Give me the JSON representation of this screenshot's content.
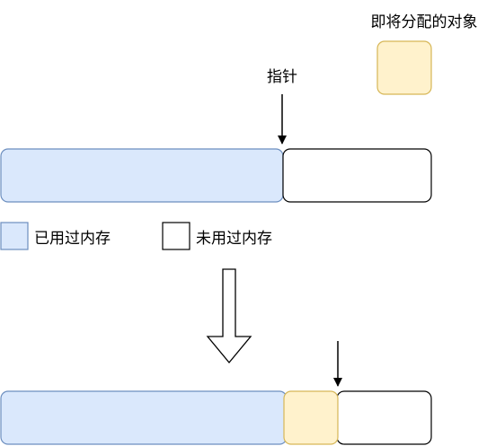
{
  "labels": {
    "object_to_allocate": "即将分配的对象",
    "pointer": "指针",
    "used_memory": "已用过内存",
    "unused_memory": "未用过内存"
  },
  "colors": {
    "used_fill": "#dae8fc",
    "used_stroke": "#6c8ebf",
    "object_fill": "#fff2cc",
    "object_stroke": "#d6b656",
    "unused_fill": "#ffffff",
    "unused_stroke": "#000000"
  }
}
